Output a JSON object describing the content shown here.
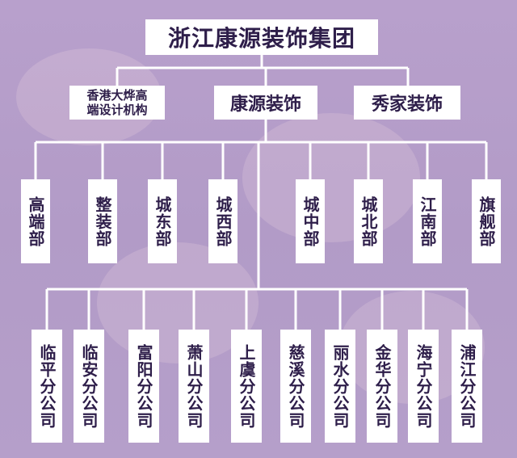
{
  "title": "浙江康源装饰集团",
  "brands": [
    "香港大烨高\n端设计机构",
    "康源装饰",
    "秀家装饰"
  ],
  "departments": [
    "高端部",
    "整装部",
    "城东部",
    "城西部",
    "城中部",
    "城北部",
    "江南部",
    "旗舰部"
  ],
  "branches": [
    "临平分公司",
    "临安分公司",
    "富阳分公司",
    "萧山分公司",
    "上虞分公司",
    "慈溪分公司",
    "丽水分公司",
    "金华分公司",
    "海宁分公司",
    "浦江分公司"
  ],
  "colors": {
    "background": "#b59fca",
    "box": "#ffffff",
    "text": "#2e1e4a",
    "line": "#ffffff"
  }
}
